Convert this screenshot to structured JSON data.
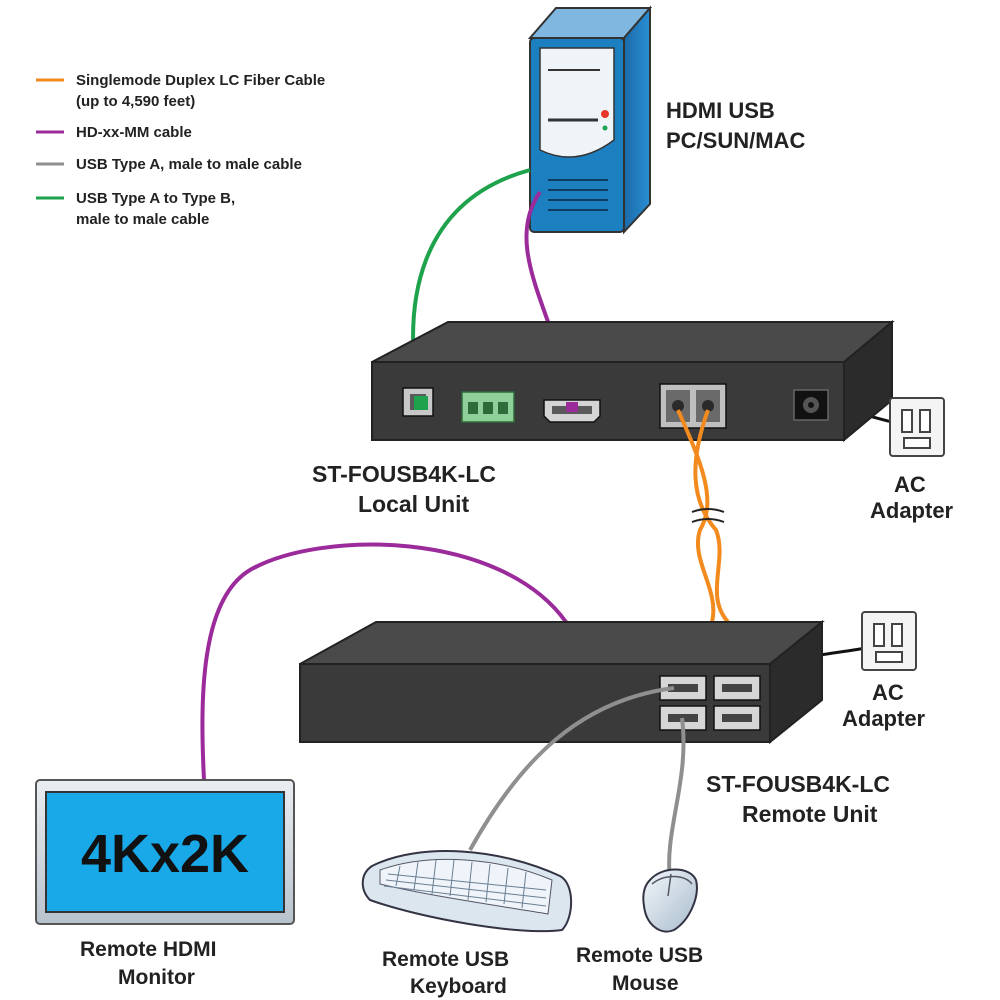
{
  "legend": {
    "items": [
      {
        "lines": [
          "Singlemode Duplex LC Fiber Cable",
          "(up to 4,590 feet)"
        ],
        "color": "#f28a1e"
      },
      {
        "lines": [
          "HD-xx-MM cable"
        ],
        "color": "#9b2a9b"
      },
      {
        "lines": [
          "USB Type A, male to male cable"
        ],
        "color": "#8f8f8f"
      },
      {
        "lines": [
          "USB Type A to Type B,",
          "male to male cable"
        ],
        "color": "#1ea24c"
      }
    ]
  },
  "pc": {
    "label_line1": "HDMI USB",
    "label_line2": "PC/SUN/MAC",
    "icon": "pc-tower-icon"
  },
  "local_unit": {
    "label_line1": "ST-FOUSB4K-LC",
    "label_line2": "Local Unit"
  },
  "remote_unit": {
    "label_line1": "ST-FOUSB4K-LC",
    "label_line2": "Remote Unit"
  },
  "ac_adapter_local": {
    "label_line1": "AC",
    "label_line2": "Adapter",
    "icon": "power-outlet-icon"
  },
  "ac_adapter_remote": {
    "label_line1": "AC",
    "label_line2": "Adapter",
    "icon": "power-outlet-icon"
  },
  "monitor": {
    "screen_text": "4Kx2K",
    "label_line1": "Remote HDMI",
    "label_line2": "Monitor",
    "icon": "monitor-icon"
  },
  "keyboard": {
    "label_line1": "Remote USB",
    "label_line2": "Keyboard",
    "icon": "keyboard-icon"
  },
  "mouse": {
    "label_line1": "Remote USB",
    "label_line2": "Mouse",
    "icon": "mouse-icon"
  },
  "colors": {
    "fiber": "#f28a1e",
    "hdmi": "#9b2a9b",
    "usb_aa": "#8f8f8f",
    "usb_ab": "#1ea24c",
    "unit_body": "#3a3a3a",
    "monitor_screen": "#19a8e8",
    "pc_blue": "#1c7fc0"
  }
}
